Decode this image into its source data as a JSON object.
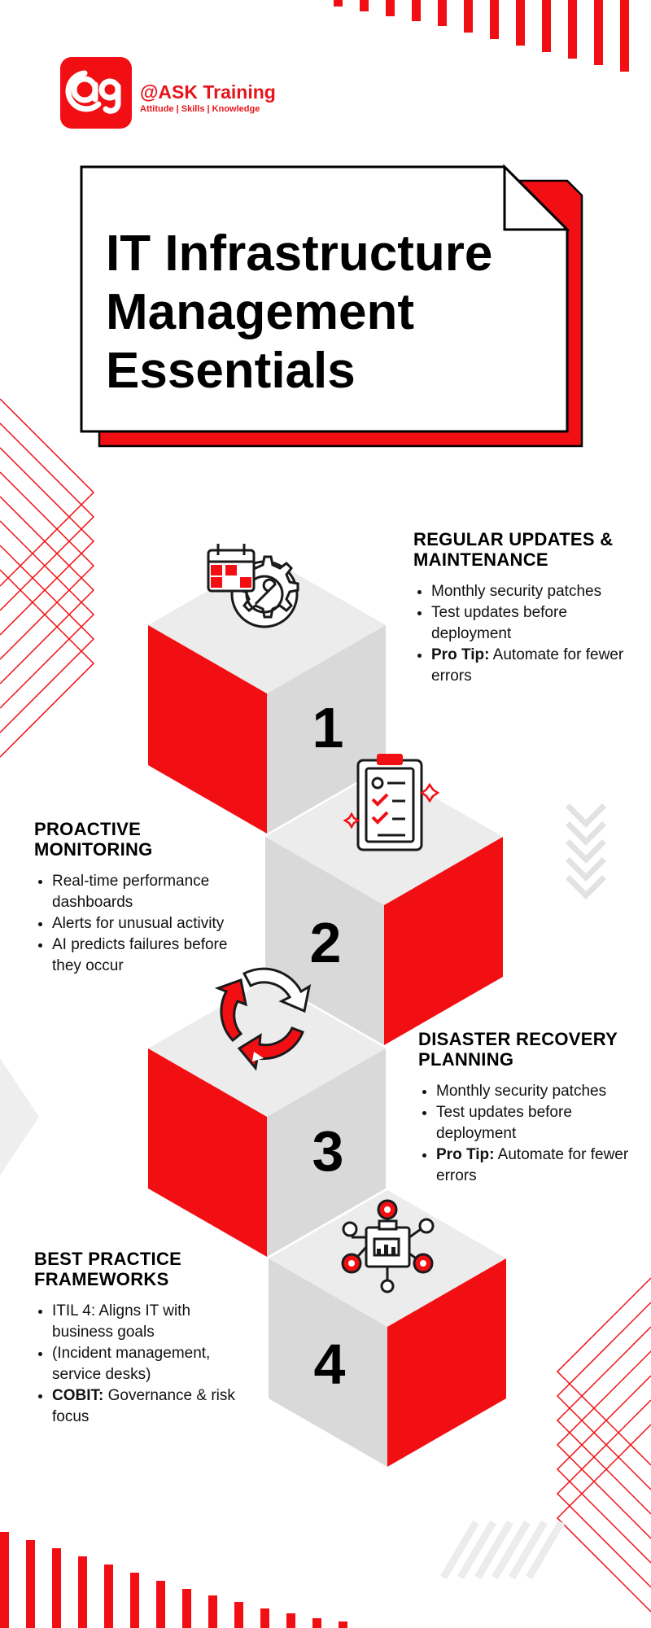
{
  "brand": {
    "name": "@ASK Training",
    "tagline": "Attitude | Skills | Knowledge",
    "color": "#e8141b"
  },
  "title": {
    "lines": [
      "IT Infrastructure",
      "Management",
      "Essentials"
    ]
  },
  "steps": [
    {
      "number": "1",
      "icon": "calendar-gear-icon",
      "heading": "REGULAR UPDATES & MAINTENANCE",
      "bullets": [
        {
          "lead": "",
          "text": "Monthly security patches"
        },
        {
          "lead": "",
          "text": "Test updates before deployment"
        },
        {
          "lead": "Pro Tip:",
          "text": "Automate for fewer errors"
        }
      ]
    },
    {
      "number": "2",
      "icon": "checklist-icon",
      "heading": "PROACTIVE MONITORING",
      "bullets": [
        {
          "lead": "",
          "text": "Real-time performance dashboards"
        },
        {
          "lead": "",
          "text": "Alerts for unusual activity"
        },
        {
          "lead": "",
          "text": "AI predicts failures before they occur"
        }
      ]
    },
    {
      "number": "3",
      "icon": "recovery-cycle-icon",
      "heading": "DISASTER RECOVERY PLANNING",
      "bullets": [
        {
          "lead": "",
          "text": "Monthly security patches"
        },
        {
          "lead": "",
          "text": "Test updates before deployment"
        },
        {
          "lead": "Pro Tip:",
          "text": "Automate for fewer errors"
        }
      ]
    },
    {
      "number": "4",
      "icon": "framework-network-icon",
      "heading": "BEST PRACTICE FRAMEWORKS",
      "bullets": [
        {
          "lead": "",
          "text": "ITIL 4: Aligns IT with business goals"
        },
        {
          "lead": "",
          "text": "(Incident management, service desks)"
        },
        {
          "lead": "COBIT:",
          "text": "Governance & risk focus"
        }
      ]
    }
  ],
  "colors": {
    "accent": "#f20f13",
    "cube_top": "#ececec",
    "cube_side": "#d9d9d9",
    "text": "#000000"
  }
}
